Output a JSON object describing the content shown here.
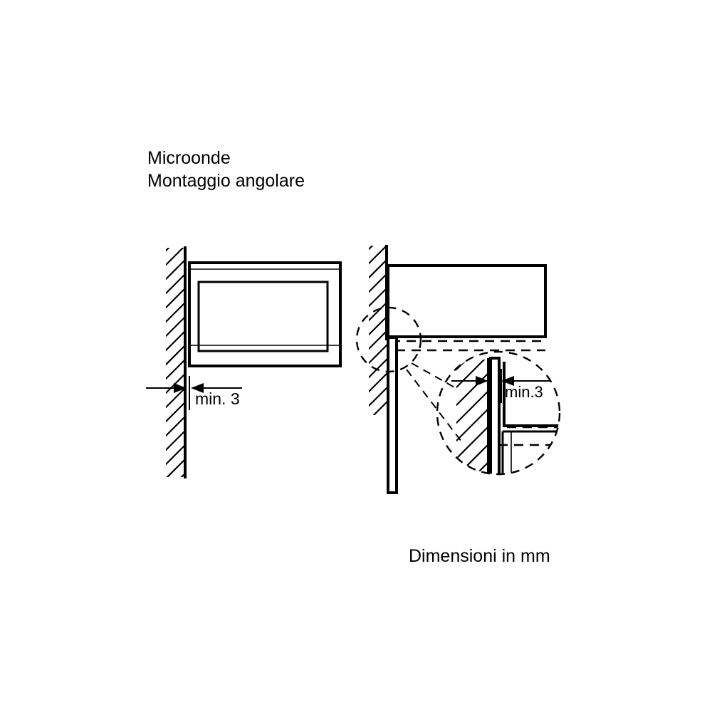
{
  "document": {
    "title_line1": "Microonde",
    "title_line2": "Montaggio angolare",
    "caption": "Dimensioni in mm"
  },
  "diagrams": [
    {
      "id": "front-view",
      "name": "front-elevation-corner-mount",
      "dimension_label": "min. 3",
      "dimension_value": 3,
      "dimension_unit": "mm",
      "elements": [
        "wall-hatch",
        "microwave-outer-frame",
        "microwave-inner-panel",
        "dimension-arrows"
      ]
    },
    {
      "id": "top-view",
      "name": "plan-view-corner-mount",
      "dimension_label": "min.3",
      "dimension_value": 3,
      "dimension_unit": "mm",
      "elements": [
        "wall-hatch",
        "appliance-body",
        "door-panel",
        "detail-callout-circle",
        "dimension-arrows"
      ]
    }
  ],
  "style": {
    "line_color": "#000000",
    "background_color": "#ffffff"
  }
}
